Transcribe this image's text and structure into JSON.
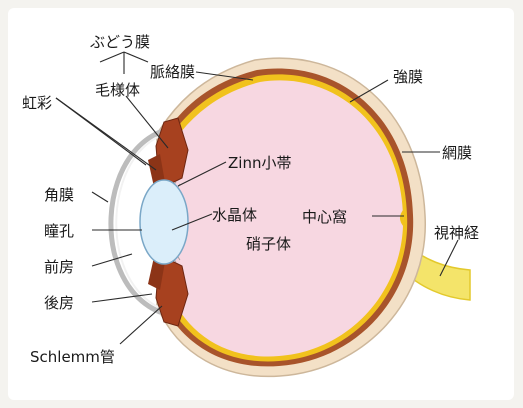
{
  "colors": {
    "background": "#f4f3ef",
    "panel": "#ffffff",
    "vitreous_fill": "#f7d7e1",
    "sclera": "#f3e0c6",
    "choroid": "#a8542b",
    "retina": "#f1c21d",
    "optic_nerve": "#f4e46a",
    "lens": "#dbeefa",
    "ciliary_body": "#a7411f",
    "cornea_line": "#8b8b8b",
    "leader_line": "#2a2a2a"
  },
  "labels": {
    "uvea": "ぶどう膜",
    "choroid": "脈絡膜",
    "sclera": "強膜",
    "ciliary_body": "毛様体",
    "iris": "虹彩",
    "zonule": "Zinn小帯",
    "retina": "網膜",
    "cornea": "角膜",
    "lens": "水晶体",
    "pupil": "瞳孔",
    "fovea": "中心窩",
    "optic_nerve": "視神経",
    "vitreous": "硝子体",
    "anterior_chamber": "前房",
    "posterior_chamber": "後房",
    "schlemm_canal": "Schlemm管"
  }
}
